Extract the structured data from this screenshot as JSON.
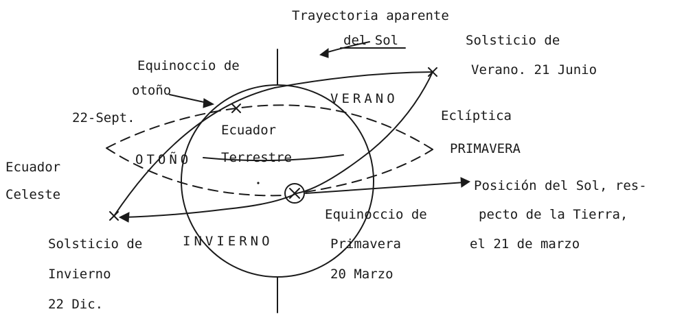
{
  "labels": {
    "trayectoria_1": "Trayectoria aparente",
    "trayectoria_2": "del Sol",
    "solsticio_verano_1": "Solsticio de",
    "solsticio_verano_2": "Verano. 21 Junio",
    "equinoccio_otono_1": "Equinoccio de",
    "equinoccio_otono_2": "otoño",
    "verano": "VERANO",
    "ecliptica": "Eclíptica",
    "sept": "22-Sept.",
    "ecuador_terrestre_1": "Ecuador",
    "ecuador_terrestre_2": "Terrestre",
    "otono": "OTOÑO",
    "primavera": "PRIMAVERA",
    "ecuador_celeste_1": "Ecuador",
    "ecuador_celeste_2": "Celeste",
    "posicion_1": "Posición del Sol, res-",
    "posicion_2": "pecto de la Tierra,",
    "posicion_3": "el 21 de marzo",
    "equinoccio_primavera_1": "Equinoccio de",
    "equinoccio_primavera_2": "Primavera",
    "equinoccio_primavera_3": "20 Marzo",
    "solsticio_invierno_1": "Solsticio de",
    "solsticio_invierno_2": "Invierno",
    "solsticio_invierno_3": "22 Dic.",
    "invierno": "INVIERNO"
  }
}
